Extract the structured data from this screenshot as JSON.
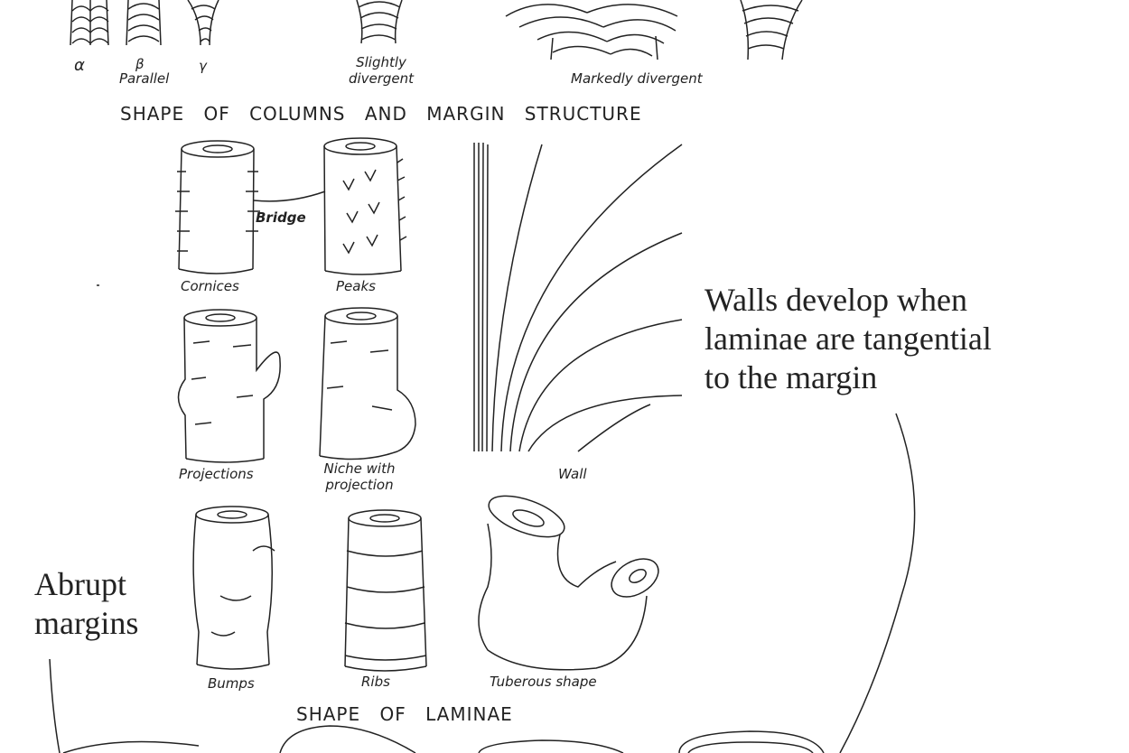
{
  "headings": {
    "columns": "SHAPE OF COLUMNS AND MARGIN STRUCTURE",
    "laminae": "SHAPE OF LAMINAE"
  },
  "column_labels": {
    "alpha": "α",
    "beta": "β",
    "parallel": "Parallel",
    "gamma": "γ",
    "slightly": "Slightly divergent",
    "markedly": "Markedly divergent"
  },
  "structure_labels": {
    "bridge": "Bridge",
    "cornices": "Cornices",
    "peaks": "Peaks",
    "projections": "Projections",
    "niche": "Niche with projection",
    "wall": "Wall",
    "bumps": "Bumps",
    "ribs": "Ribs",
    "tuberous": "Tuberous shape"
  },
  "annotations": {
    "walls": "Walls develop when\nlaminae are tangential\nto the margin",
    "abrupt": "Abrupt\nmargins"
  }
}
